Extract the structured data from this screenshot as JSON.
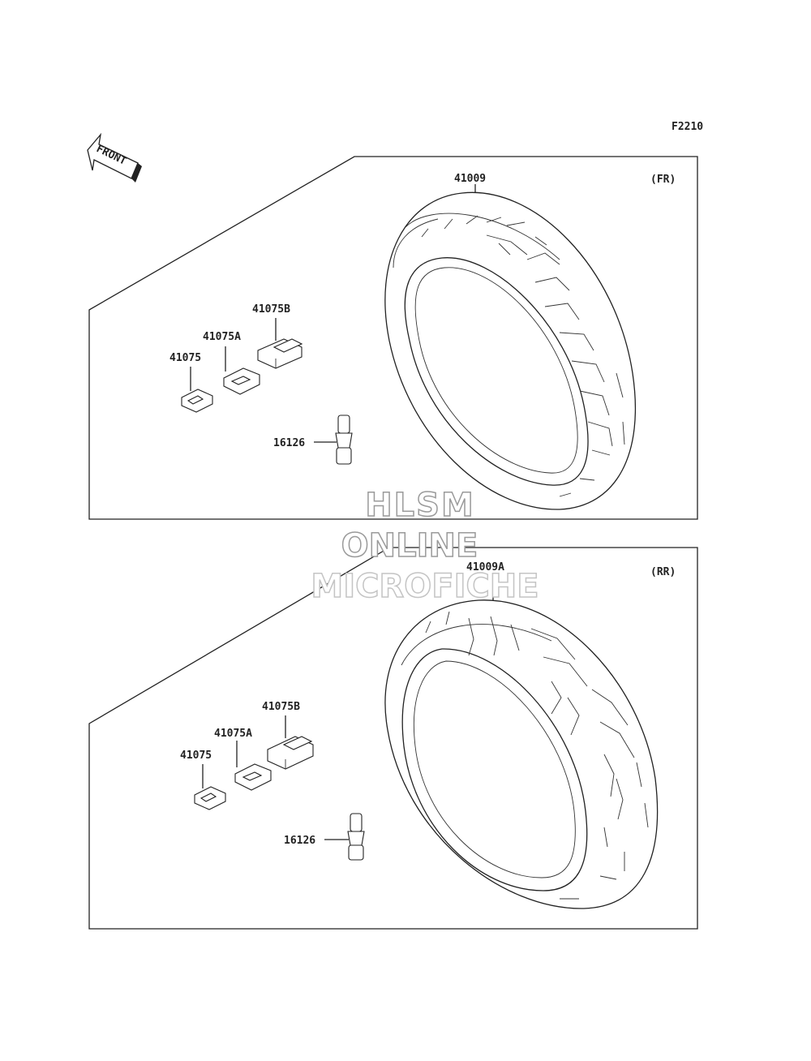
{
  "figure_code": "F2210",
  "front_label": "FRONT",
  "panels": [
    {
      "id": "front",
      "section_label": "(FR)",
      "tire_part": "41009",
      "weights": [
        "41075",
        "41075A",
        "41075B"
      ],
      "valve_part": "16126"
    },
    {
      "id": "rear",
      "section_label": "(RR)",
      "tire_part": "41009A",
      "weights": [
        "41075",
        "41075A",
        "41075B"
      ],
      "valve_part": "16126"
    }
  ],
  "watermark": {
    "line1": "HLSM",
    "line2": "ONLINE",
    "line3": "MICROFICHE"
  }
}
